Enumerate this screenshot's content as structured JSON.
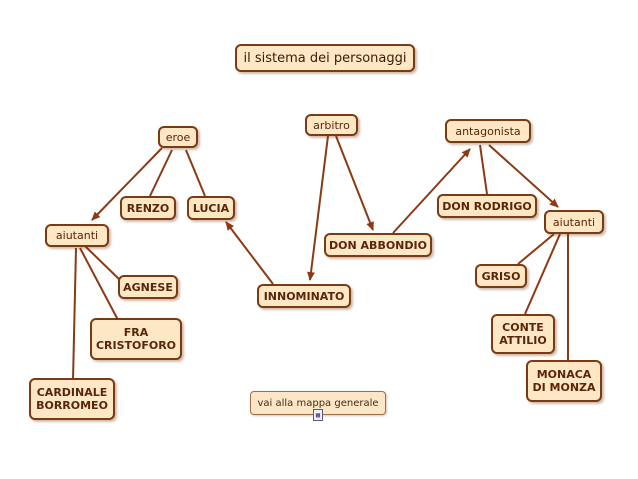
{
  "title": "il sistema dei personaggi",
  "nodes": {
    "eroe": "eroe",
    "arbitro": "arbitro",
    "antagonista": "antagonista",
    "renzo": "RENZO",
    "lucia": "LUCIA",
    "aiutanti_left": "aiutanti",
    "agnese": "AGNESE",
    "fra_cristoforo": "FRA\nCRISTOFORO",
    "cardinale_borromeo": "CARDINALE\nBORROMEO",
    "innominato": "INNOMINATO",
    "don_abbondio": "DON ABBONDIO",
    "don_rodrigo": "DON RODRIGO",
    "aiutanti_right": "aiutanti",
    "griso": "GRISO",
    "conte_attilio": "CONTE\nATTILIO",
    "monaca_di_monza": "MONACA\nDI MONZA"
  },
  "link_button": "vai alla mappa generale",
  "colors": {
    "node_fill": "#fde7c4",
    "node_border": "#7a3a12",
    "line": "#8b3a14",
    "text": "#5a2608"
  },
  "icons": [
    "map-link-icon"
  ]
}
